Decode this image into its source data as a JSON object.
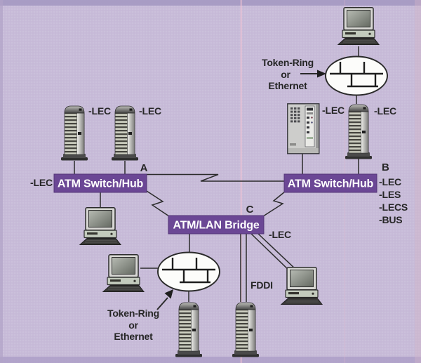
{
  "palette": {
    "background": "#c7bbd8",
    "banner": "#6b4795",
    "banner_border": "#533577",
    "banner_text": "#ffffff",
    "line": "#2b2b2b",
    "label": "#262626",
    "scan_pink": "#f3c3d3",
    "oval_fill": "#fcfcfa"
  },
  "banners": {
    "switch_left": "ATM Switch/Hub",
    "switch_right": "ATM Switch/Hub",
    "bridge": "ATM/LAN Bridge"
  },
  "points": {
    "a": "A",
    "b": "B",
    "c": "C"
  },
  "labels": {
    "server_left_1": "-LEC",
    "server_left_2": "-LEC",
    "switch_left": "-LEC",
    "cabinet_server": "-LEC",
    "server_right": "-LEC",
    "bridge_client": "-LEC",
    "fddi": "FDDI",
    "switch_right_services": [
      "-LEC",
      "-LES",
      "-LECS",
      "-BUS"
    ],
    "token_ring_top": [
      "Token-Ring",
      "or",
      "Ethernet"
    ],
    "token_ring_bottom": [
      "Token-Ring",
      "or",
      "Ethernet"
    ]
  }
}
